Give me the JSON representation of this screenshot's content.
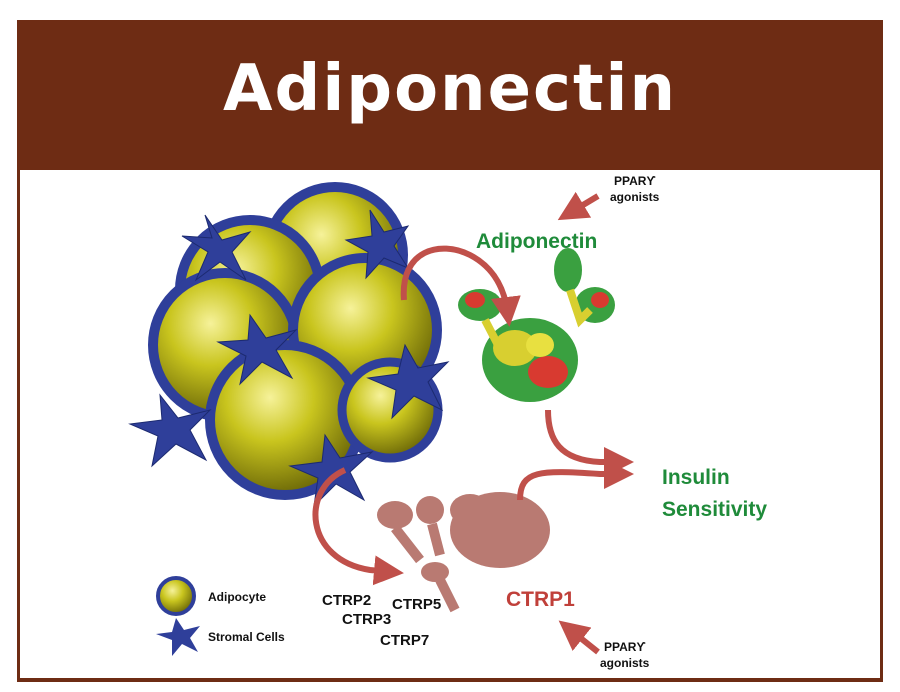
{
  "title": "Adiponectin",
  "labels": {
    "ppar_top": "PPARϒ",
    "agonists_top": "agonists",
    "adiponectin": "Adiponectin",
    "insulin": "Insulin",
    "sensitivity": "Sensitivity",
    "ctrp1": "CTRP1",
    "ctrp2": "CTRP2",
    "ctrp3": "CTRP3",
    "ctrp5": "CTRP5",
    "ctrp7": "CTRP7",
    "ppar_bottom": "PPARϒ",
    "agonists_bottom": "agonists"
  },
  "legend": {
    "adipocyte": "Adipocyte",
    "stromal": "Stromal Cells"
  },
  "colors": {
    "header": "#6e2c14",
    "green_text": "#1f8b3a",
    "red_text": "#c0403a",
    "arrow": "#c0504a",
    "adipocyte": "#b8b81a",
    "membrane": "#2f3f9a"
  }
}
